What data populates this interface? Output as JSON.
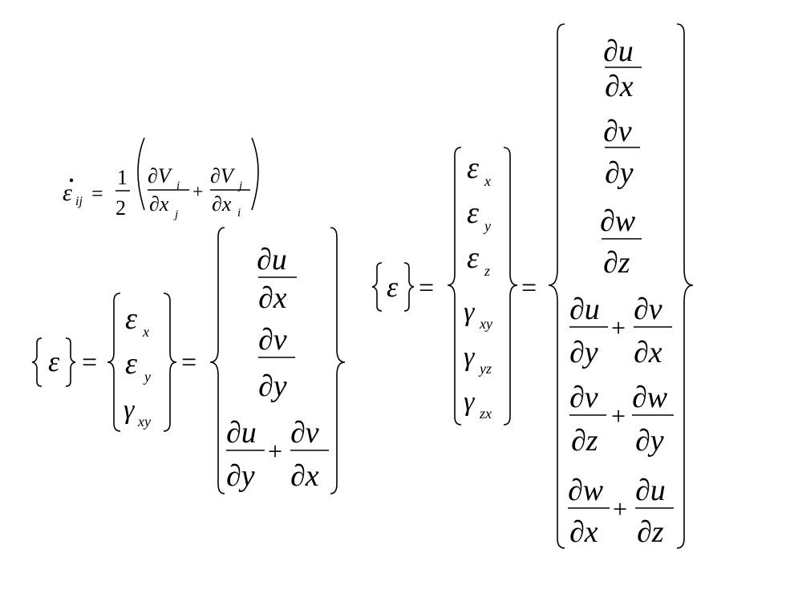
{
  "rate_equation": {
    "lhs": "ε",
    "lhs_sub": "ij",
    "eq": "=",
    "half_num": "1",
    "half_den": "2",
    "t1_num": "∂V",
    "t1_num_sub": "i",
    "t1_den": "∂x",
    "t1_den_sub": "j",
    "plus": "+",
    "t2_num": "∂V",
    "t2_num_sub": "j",
    "t2_den": "∂x",
    "t2_den_sub": "i"
  },
  "strain_2d": {
    "lhs": "ε",
    "eq": "=",
    "vector": [
      {
        "sym": "ε",
        "sub": "x"
      },
      {
        "sym": "ε",
        "sub": "y"
      },
      {
        "sym": "γ",
        "sub": "xy"
      }
    ],
    "terms": [
      {
        "num": "∂u",
        "den": "∂x"
      },
      {
        "num": "∂v",
        "den": "∂y"
      },
      {
        "num1": "∂u",
        "den1": "∂y",
        "plus": "+",
        "num2": "∂v",
        "den2": "∂x"
      }
    ]
  },
  "strain_3d": {
    "lhs": "ε",
    "eq": "=",
    "vector": [
      {
        "sym": "ε",
        "sub": "x"
      },
      {
        "sym": "ε",
        "sub": "y"
      },
      {
        "sym": "ε",
        "sub": "z"
      },
      {
        "sym": "γ",
        "sub": "xy"
      },
      {
        "sym": "γ",
        "sub": "yz"
      },
      {
        "sym": "γ",
        "sub": "zx"
      }
    ],
    "terms": [
      {
        "num": "∂u",
        "den": "∂x"
      },
      {
        "num": "∂v",
        "den": "∂y"
      },
      {
        "num": "∂w",
        "den": "∂z"
      },
      {
        "num1": "∂u",
        "den1": "∂y",
        "plus": "+",
        "num2": "∂v",
        "den2": "∂x"
      },
      {
        "num1": "∂v",
        "den1": "∂z",
        "plus": "+",
        "num2": "∂w",
        "den2": "∂y"
      },
      {
        "num1": "∂w",
        "den1": "∂x",
        "plus": "+",
        "num2": "∂u",
        "den2": "∂z"
      }
    ]
  }
}
